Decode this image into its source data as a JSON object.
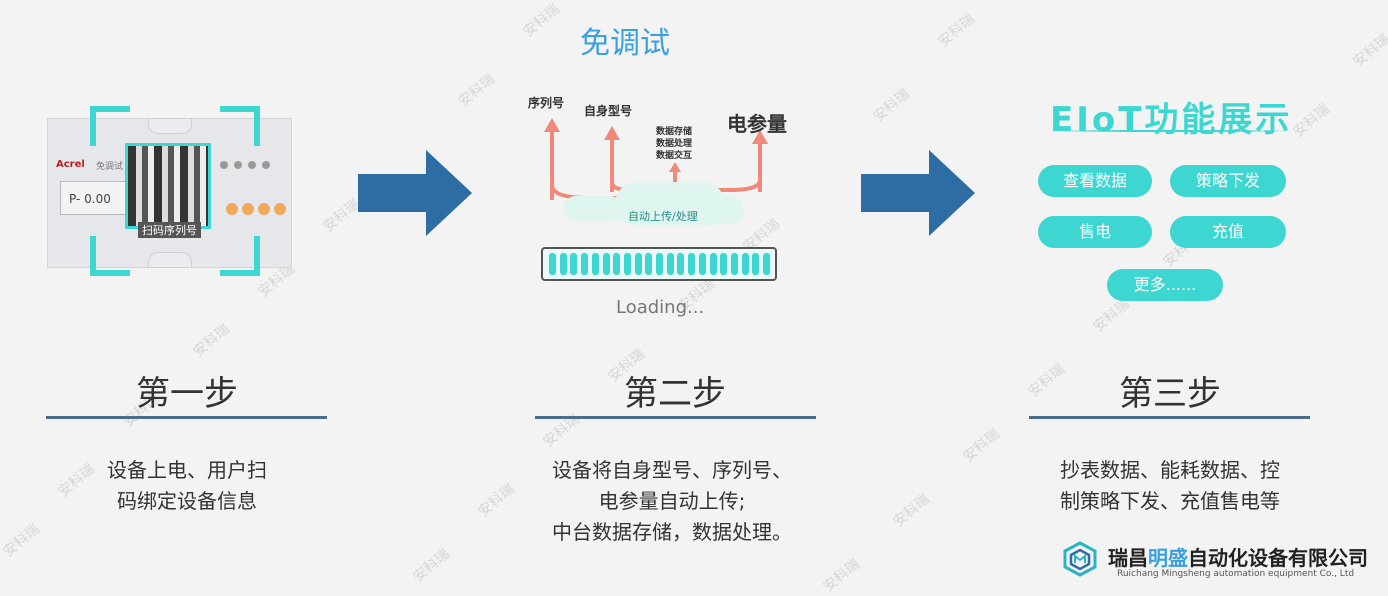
{
  "step1": {
    "device": {
      "brand": "Acrel",
      "mode_label": "免调试",
      "lcd_value": "P-  0.00",
      "qr_label": "扫码序列号"
    },
    "title": "第一步",
    "desc_lines": [
      "设备上电、用户扫",
      "码绑定设备信息"
    ]
  },
  "step2": {
    "top_title": "免调试",
    "labels": {
      "serial": "序列号",
      "model": "自身型号",
      "power": "电参量",
      "ops1": "数据存储",
      "ops2": "数据处理",
      "ops3": "数据交互",
      "cloud": "自动上传/处理"
    },
    "loading": "Loading...",
    "title": "第二步",
    "desc_lines": [
      "设备将自身型号、序列号、",
      "电参量自动上传;",
      "中台数据存储，数据处理。"
    ]
  },
  "step3": {
    "heading": "EIoT功能展示",
    "buttons": [
      "查看数据",
      "策略下发",
      "售电",
      "充值",
      "更多......"
    ],
    "title": "第三步",
    "desc_lines": [
      "抄表数据、能耗数据、控",
      "制策略下发、充值售电等"
    ]
  },
  "footer": {
    "company_a": "瑞昌",
    "company_b": "明盛",
    "company_c": "自动化设备有限公司",
    "company_en": "Ruichang Mingsheng automation equipment Co., Ltd"
  },
  "watermark": "安科瑞",
  "colors": {
    "accent_teal": "#3dd6d0",
    "arrow_blue": "#2e6da4",
    "title_blue": "#3aa0e0",
    "rule": "#4a6d8c",
    "up_arrow": "#f0897a"
  }
}
